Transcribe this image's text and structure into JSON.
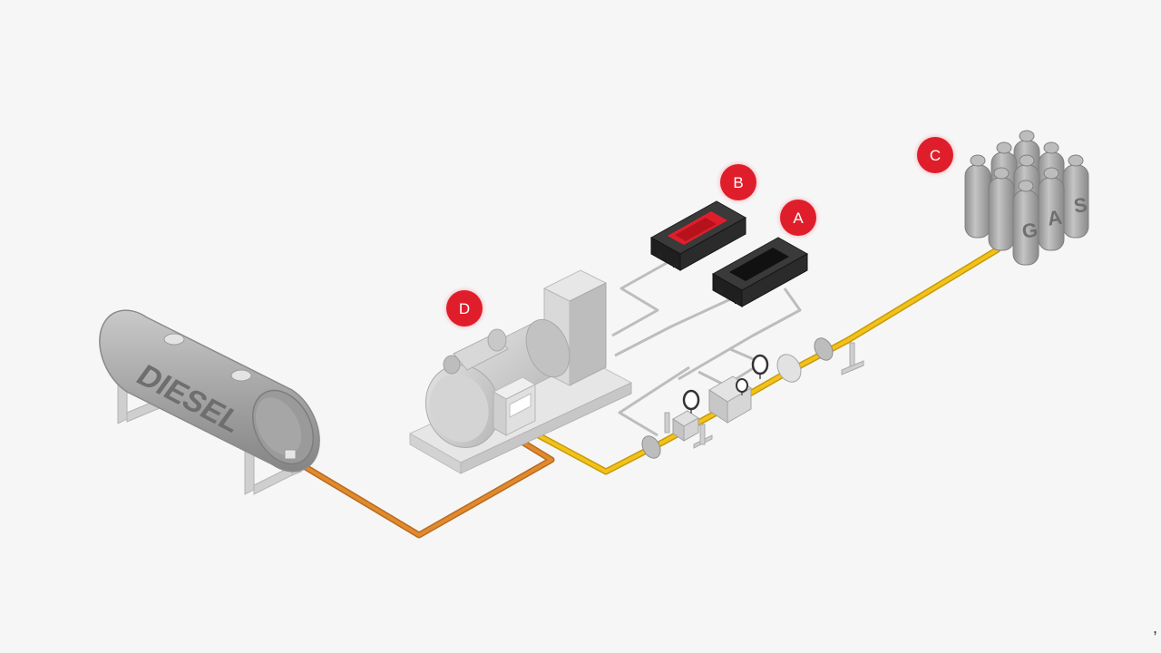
{
  "diagram": {
    "markers": {
      "a": "A",
      "b": "B",
      "c": "C",
      "d": "D"
    },
    "tank_label": "DIESEL",
    "gas_letters": [
      "G",
      "A",
      "S"
    ]
  },
  "stray_mark": ",",
  "colors": {
    "background": "#f6f6f6",
    "marker_red": "#e01e2b",
    "gas_pipe": "#f2c21b",
    "diesel_pipe": "#e08a2e",
    "control_line": "#bdbdbd",
    "controller_body": "#2b2b2b",
    "controller_screen_b": "#e01e2b"
  }
}
